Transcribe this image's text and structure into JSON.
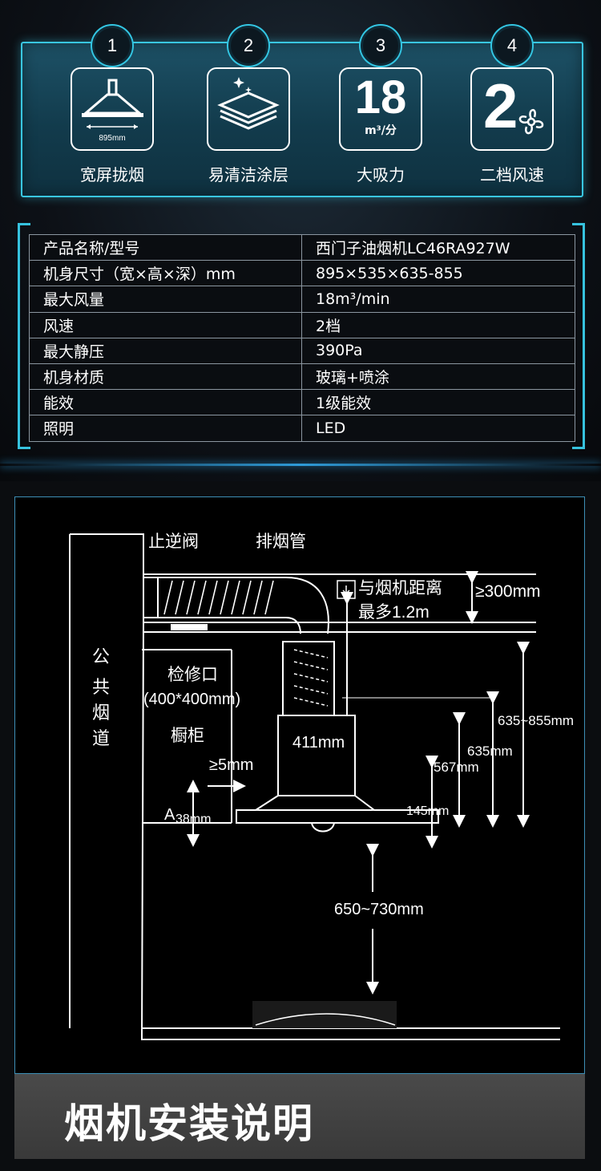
{
  "features": [
    {
      "number": "1",
      "label": "宽屏拢烟",
      "icon": "range-hood-icon",
      "dimension": "895mm"
    },
    {
      "number": "2",
      "label": "易清洁涂层",
      "icon": "coating-layers-icon"
    },
    {
      "number": "3",
      "label": "大吸力",
      "value": "18",
      "unit": "m³/分"
    },
    {
      "number": "4",
      "label": "二档风速",
      "value": "2",
      "icon": "fan-icon"
    }
  ],
  "spec_rows": [
    {
      "name": "产品名称/型号",
      "value": "西门子油烟机LC46RA927W"
    },
    {
      "name": "机身尺寸（宽×高×深）mm",
      "value": "895×535×635-855"
    },
    {
      "name": "最大风量",
      "value": "18m³/min"
    },
    {
      "name": "风速",
      "value": "2档"
    },
    {
      "name": "最大静压",
      "value": "390Pa"
    },
    {
      "name": "机身材质",
      "value": "玻璃+喷涂"
    },
    {
      "name": "能效",
      "value": "1级能效"
    },
    {
      "name": "照明",
      "value": "LED"
    }
  ],
  "diagram": {
    "check_valve": "止逆阀",
    "exhaust_pipe": "排烟管",
    "distance_label": "与烟机距离",
    "distance_max": "最多1.2m",
    "ceiling_gap": "≥300mm",
    "flue": [
      "公",
      "共",
      "烟",
      "道"
    ],
    "inspection_port": "检修口",
    "inspection_size": "(400*400mm)",
    "cabinet": "橱柜",
    "gap_5": "≥5mm",
    "a_label": "A",
    "gap_38": "38mm",
    "width_411": "411mm",
    "h_635_855": "635~855mm",
    "h_635": "635mm",
    "h_567": "567mm",
    "h_145": "145mm",
    "install_height": "650~730mm"
  },
  "footer_title": "烟机安装说明"
}
